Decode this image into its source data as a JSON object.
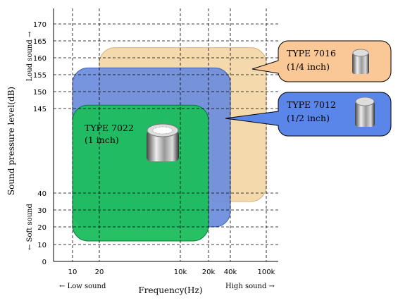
{
  "chart_data": {
    "type": "area",
    "xlabel": "Frequency(Hz)",
    "ylabel": "Sound pressure level(dB)",
    "x_ticks": [
      {
        "value": 10,
        "label": "10"
      },
      {
        "value": 20,
        "label": "20"
      },
      {
        "value": 10000,
        "label": "10k"
      },
      {
        "value": 20000,
        "label": "20k"
      },
      {
        "value": 40000,
        "label": "40k"
      },
      {
        "value": 100000,
        "label": "100k"
      }
    ],
    "y_ticks": [
      {
        "value": 0,
        "label": "0"
      },
      {
        "value": 10,
        "label": "10"
      },
      {
        "value": 20,
        "label": "20"
      },
      {
        "value": 30,
        "label": "30"
      },
      {
        "value": 40,
        "label": "40"
      },
      {
        "value": 145,
        "label": "145"
      },
      {
        "value": 150,
        "label": "150"
      },
      {
        "value": 155,
        "label": "155"
      },
      {
        "value": 160,
        "label": "160"
      },
      {
        "value": 165,
        "label": "165"
      },
      {
        "value": 170,
        "label": "170"
      }
    ],
    "hints": {
      "y_low": "← Soft sound",
      "y_high": "Loud sound →",
      "x_low": "← Low sound",
      "x_high": "High sound →"
    },
    "series": [
      {
        "name": "TYPE 7016",
        "sub": "(1/4 inch)",
        "freq_range": [
          20,
          100000
        ],
        "level_range": [
          35,
          163
        ],
        "color": "#f2d7a8",
        "edge": "#d9b27a",
        "callout_color": "#fac896"
      },
      {
        "name": "TYPE 7012",
        "sub": "(1/2 inch)",
        "freq_range": [
          10,
          40000
        ],
        "level_range": [
          20,
          157
        ],
        "color": "#6f8fdc",
        "edge": "#3f5fb0",
        "callout_color": "#5a86ea"
      },
      {
        "name": "TYPE 7022",
        "sub": "(1 inch)",
        "freq_range": [
          10,
          20000
        ],
        "level_range": [
          12,
          146
        ],
        "color": "#1bbd5c",
        "edge": "#0a7a38",
        "callout_color": "#1bbd5c"
      }
    ]
  }
}
